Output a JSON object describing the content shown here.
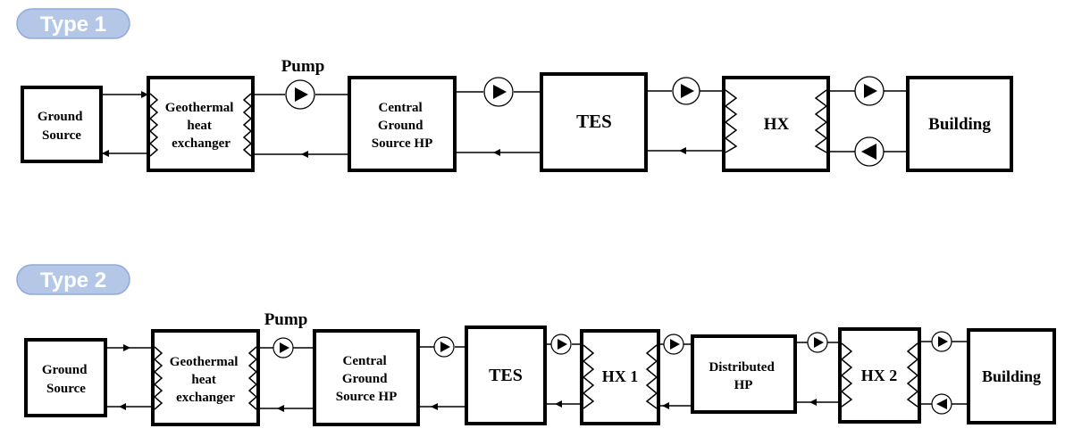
{
  "type1": {
    "tag": "Type 1",
    "pump_label": "Pump",
    "boxes": {
      "ground": [
        "Ground",
        "Source"
      ],
      "geo": [
        "Geothermal",
        "heat",
        "exchanger"
      ],
      "central": [
        "Central",
        "Ground",
        "Source HP"
      ],
      "tes": [
        "TES"
      ],
      "hx": [
        "HX"
      ],
      "building": [
        "Building"
      ]
    }
  },
  "type2": {
    "tag": "Type 2",
    "pump_label": "Pump",
    "boxes": {
      "ground": [
        "Ground",
        "Source"
      ],
      "geo": [
        "Geothermal",
        "heat",
        "exchanger"
      ],
      "central": [
        "Central",
        "Ground",
        "Source HP"
      ],
      "tes": [
        "TES"
      ],
      "hx1": [
        "HX 1"
      ],
      "distributed": [
        "Distributed",
        "HP"
      ],
      "hx2": [
        "HX 2"
      ],
      "building": [
        "Building"
      ]
    }
  },
  "colors": {
    "pill_fill": "#b4c7e7",
    "pill_stroke": "#8faadc",
    "line": "#000000"
  }
}
